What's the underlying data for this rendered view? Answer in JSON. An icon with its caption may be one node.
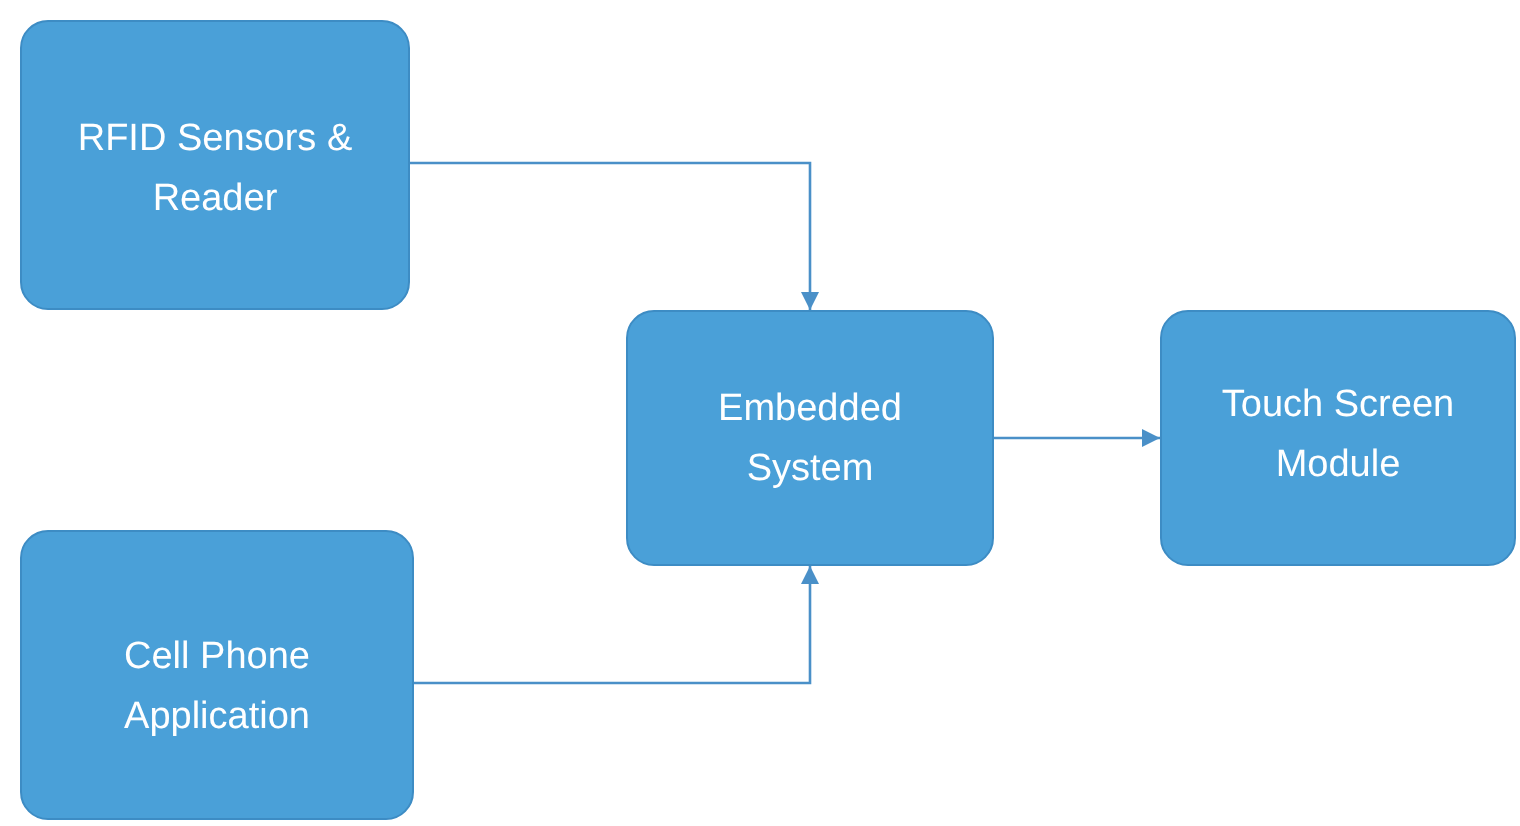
{
  "diagram": {
    "nodes": [
      {
        "text": [
          "RFID Sensors & Reader"
        ]
      },
      {
        "text": [
          "Embedded System"
        ]
      },
      {
        "text": [
          "Touch Screen Module"
        ]
      },
      {
        "text": [
          "Cell Phone Application"
        ]
      }
    ],
    "edges": [
      {
        "from": 0,
        "to": 1,
        "arrow": "to"
      },
      {
        "from": 3,
        "to": 1,
        "arrow": "to"
      },
      {
        "from": 1,
        "to": 2,
        "arrow": "to"
      }
    ]
  }
}
